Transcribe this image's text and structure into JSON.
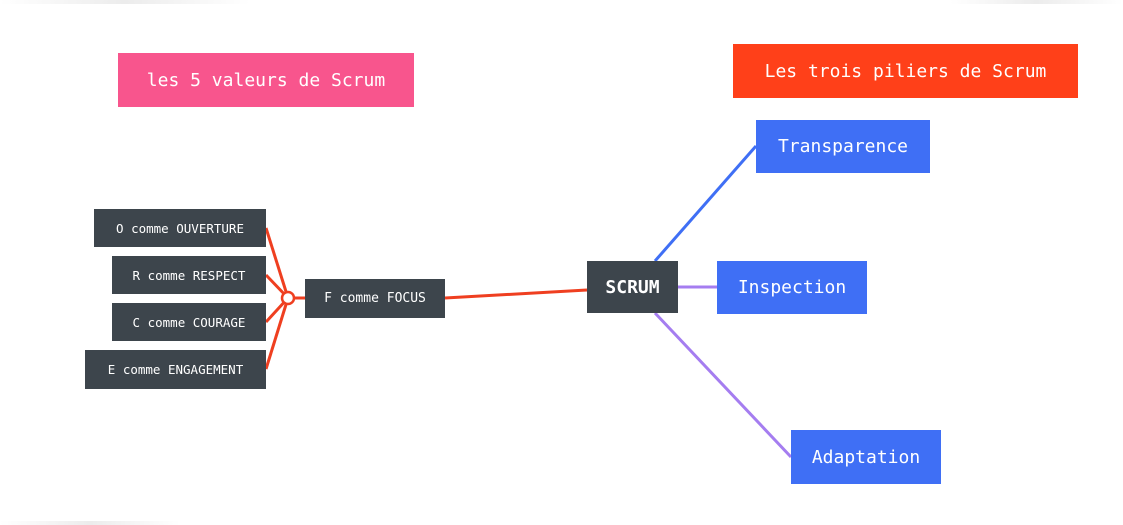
{
  "titles": {
    "values": "les 5 valeurs de Scrum",
    "pillars": "Les trois piliers de Scrum"
  },
  "central": {
    "label": "SCRUM"
  },
  "focus": {
    "label": "F comme FOCUS"
  },
  "values": [
    "O comme OUVERTURE",
    "R comme RESPECT",
    "C comme COURAGE",
    "E comme ENGAGEMENT"
  ],
  "pillars": [
    "Transparence",
    "Inspection",
    "Adaptation"
  ],
  "colors": {
    "dark_node": "#3d454c",
    "pillar_node": "#3f6ff5",
    "values_title": "#f8558d",
    "pillars_title": "#ff4019",
    "red_connector": "#ef3f20",
    "blue_connector": "#3f6ff5",
    "purple_connector": "#a57df0"
  }
}
